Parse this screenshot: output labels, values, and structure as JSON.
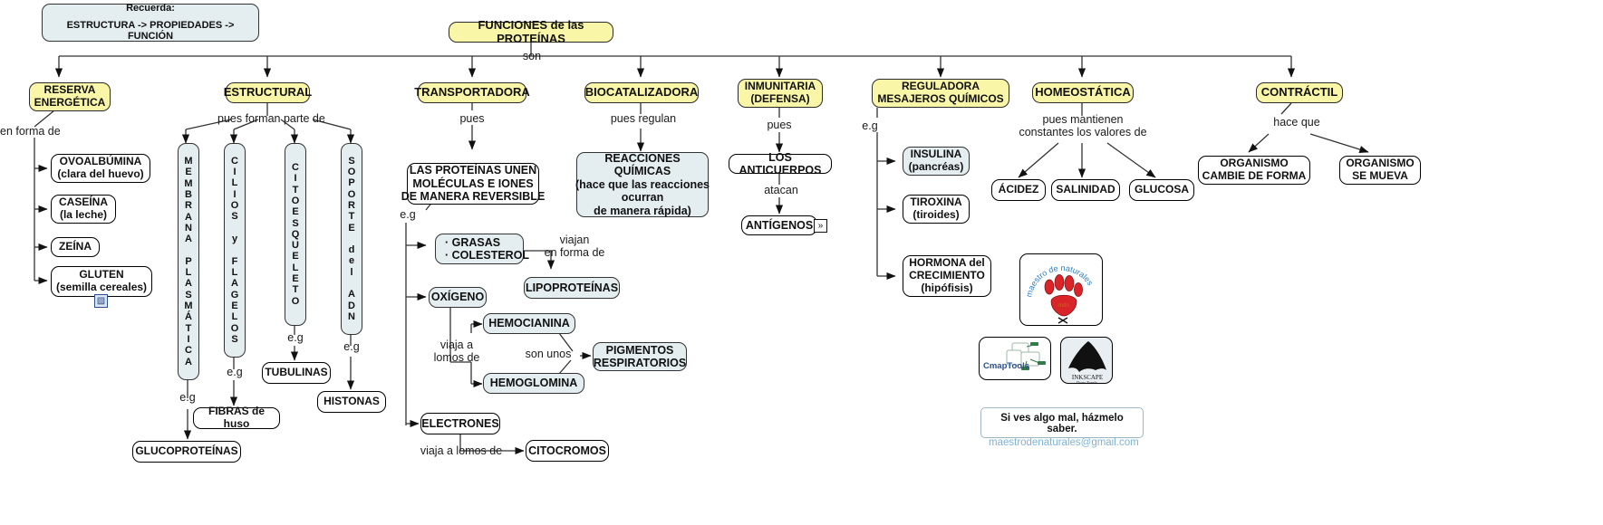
{
  "title": "FUNCIONES de las PROTEÍNAS",
  "recuerda": {
    "line1": "Recuerda:",
    "line2": "ESTRUCTURA -> PROPIEDADES -> FUNCIÓN"
  },
  "connector_son": "son",
  "branches": {
    "reserva": {
      "label": "RESERVA\nENERGÉTICA",
      "link": "en forma de",
      "items": [
        "OVOALBÚMINA\n(clara del huevo)",
        "CASEÍNA\n(la leche)",
        "ZEÍNA",
        "GLUTEN\n(semilla cereales)"
      ],
      "badge_icon": "image-icon"
    },
    "estructural": {
      "label": "ESTRUCTURAL",
      "link": "pues forman parte de",
      "columns": [
        {
          "text": "MEMBRANA PLASMÁTICA",
          "eg": "e.g",
          "child": "GLUCOPROTEÍNAS"
        },
        {
          "text": "CILIOS y FLAGELOS",
          "eg": "e.g",
          "child": "FIBRAS de huso"
        },
        {
          "text": "CITOESQUELETO",
          "eg": "e.g",
          "child": "TUBULINAS"
        },
        {
          "text": "SOPORTE del ADN",
          "eg": "e.g",
          "child": "HISTONAS"
        }
      ]
    },
    "transportadora": {
      "label": "TRANSPORTADORA",
      "link": "pues",
      "statement": "LAS PROTEÍNAS UNEN\nMOLÉCULAS E IONES\nDE MANERA REVERSIBLE",
      "eg": "e.g",
      "items": [
        {
          "name": "· GRASAS\n· COLESTEROL",
          "link": "viajan\nen forma de",
          "child": "LIPOPROTEÍNAS"
        },
        {
          "name": "OXÍGENO",
          "link": "viaja a\nlomos de",
          "children": [
            "HEMOCIANINA",
            "HEMOGLOMINA"
          ],
          "link2": "son unos",
          "child2": "PIGMENTOS\nRESPIRATORIOS"
        },
        {
          "name": "ELECTRONES",
          "link": "viaja a lomos de",
          "child": "CITOCROMOS"
        }
      ]
    },
    "biocatalizadora": {
      "label": "BIOCATALIZADORA",
      "link": "pues regulan",
      "target": "REACCIONES\nQUÍMICAS\n(hace que las reacciones\nocurran\nde manera rápida)"
    },
    "inmunitaria": {
      "label": "INMUNITARIA\n(DEFENSA)",
      "link": "pues",
      "target": "LOS ANTICUERPOS",
      "link2": "atacan",
      "target2": "ANTÍGENOS",
      "badge_icon": "double-chevron-icon"
    },
    "reguladora": {
      "label": "REGULADORA\nMESAJEROS QUÍMICOS",
      "link": "e.g",
      "items": [
        "INSULINA\n(pancréas)",
        "TIROXINA\n(tiroides)",
        "HORMONA del\nCRECIMIENTO\n(hipófisis)"
      ]
    },
    "homeostatica": {
      "label": "HOMEOSTÁTICA",
      "link": "pues mantienen\nconstantes los valores de",
      "items": [
        "ÁCIDEZ",
        "SALINIDAD",
        "GLUCOSA"
      ]
    },
    "contractil": {
      "label": "CONTRÁCTIL",
      "link": "hace que",
      "items": [
        "ORGANISMO\nCAMBIE DE FORMA",
        "ORGANISMO\nSE MUEVA"
      ]
    }
  },
  "logos": {
    "paw": {
      "name": "maestro-de-naturales-logo",
      "text_ring": "maestro de naturales"
    },
    "cmaptools": {
      "name": "cmaptools-logo",
      "label": "CmapTools"
    },
    "inkscape": {
      "name": "inkscape-logo",
      "label": "INKSCAPE",
      "sub": "Draw Freely."
    }
  },
  "footer": {
    "line1": "Si ves algo mal, házmelo saber.",
    "line2": "maestrodenaturales@gmail.com"
  },
  "colors": {
    "yellow": "#faf6a8",
    "blue": "#e4edf0",
    "line": "#333333",
    "email": "#7fb2d4"
  }
}
